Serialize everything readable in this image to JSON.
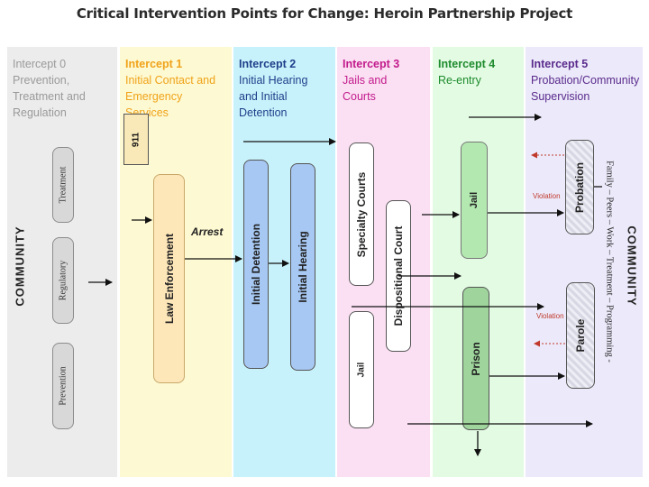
{
  "title": "Critical Intervention Points for Change: Heroin Partnership Project",
  "colors": {
    "intercept0": "#ececec",
    "intercept1": "#fdf9d2",
    "intercept2": "#c8f2fb",
    "intercept3": "#fbe0f3",
    "intercept4": "#e3fbe3",
    "intercept5": "#eceafa",
    "intercept1_text": "#f0a31a",
    "intercept2_text": "#1f3f8a",
    "intercept3_text": "#c21a8c",
    "intercept4_text": "#1e8b2d",
    "intercept5_text": "#5a2a8c"
  },
  "intercepts": [
    {
      "heading": "Intercept 0",
      "subtitle": "Prevention, Treatment and Regulation"
    },
    {
      "heading": "Intercept 1",
      "subtitle": "Initial Contact and Emergency Services"
    },
    {
      "heading": "Intercept 2",
      "subtitle": "Initial Hearing and Initial Detention"
    },
    {
      "heading": "Intercept 3",
      "subtitle": "Jails and Courts"
    },
    {
      "heading": "Intercept 4",
      "subtitle": "Re-entry"
    },
    {
      "heading": "Intercept 5",
      "subtitle": "Probation/Community Supervision"
    }
  ],
  "left_label": "COMMUNITY",
  "right_label": "COMMUNITY",
  "right_sublabel": "Family – Peers – Work – Treatment – Programming -",
  "intercept0_boxes": [
    "Treatment",
    "Regulatory",
    "Prevention"
  ],
  "labels": {
    "box_911": "911",
    "law_enforcement": "Law Enforcement",
    "arrest": "Arrest",
    "initial_detention": "Initial Detention",
    "initial_hearing": "Initial Hearing",
    "specialty_courts": "Specialty Courts",
    "dispositional_court": "Dispositional Court",
    "jail3": "Jail",
    "jail4": "Jail",
    "prison": "Prison",
    "probation": "Probation",
    "parole": "Parole",
    "violation1": "Violation",
    "violation2": "Violation"
  }
}
